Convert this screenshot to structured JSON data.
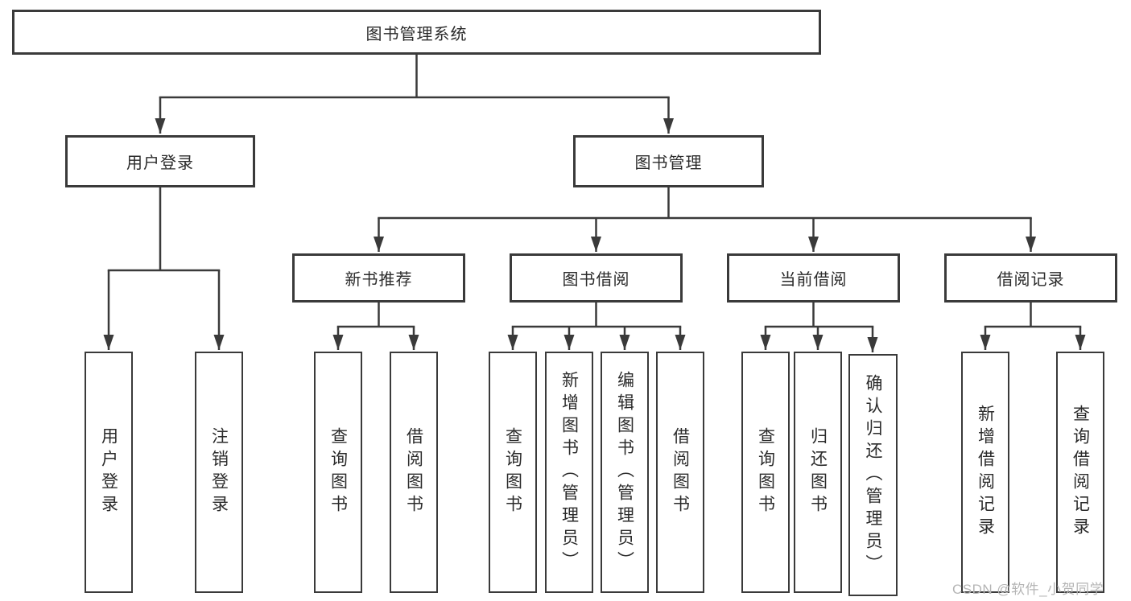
{
  "diagram": {
    "root": {
      "label": "图书管理系统"
    },
    "branches": [
      {
        "label": "用户登录",
        "children": [
          {
            "label": "用户登录"
          },
          {
            "label": "注销登录"
          }
        ]
      },
      {
        "label": "图书管理",
        "groups": [
          {
            "label": "新书推荐",
            "children": [
              {
                "label": "查询图书"
              },
              {
                "label": "借阅图书"
              }
            ]
          },
          {
            "label": "图书借阅",
            "children": [
              {
                "label": "查询图书"
              },
              {
                "label": "新增图书（管理员）"
              },
              {
                "label": "编辑图书（管理员）"
              },
              {
                "label": "借阅图书"
              }
            ]
          },
          {
            "label": "当前借阅",
            "children": [
              {
                "label": "查询图书"
              },
              {
                "label": "归还图书"
              },
              {
                "label": "确认归还（管理员）"
              }
            ]
          },
          {
            "label": "借阅记录",
            "children": [
              {
                "label": "新增借阅记录"
              },
              {
                "label": "查询借阅记录"
              }
            ]
          }
        ]
      }
    ]
  },
  "watermark": {
    "text": "CSDN @软件_小贺同学"
  },
  "colors": {
    "line": "#3a3a3a",
    "box_border": "#3a3a3a",
    "text": "#2b2b2b",
    "watermark": "#b5b5b5",
    "background": "#ffffff"
  }
}
